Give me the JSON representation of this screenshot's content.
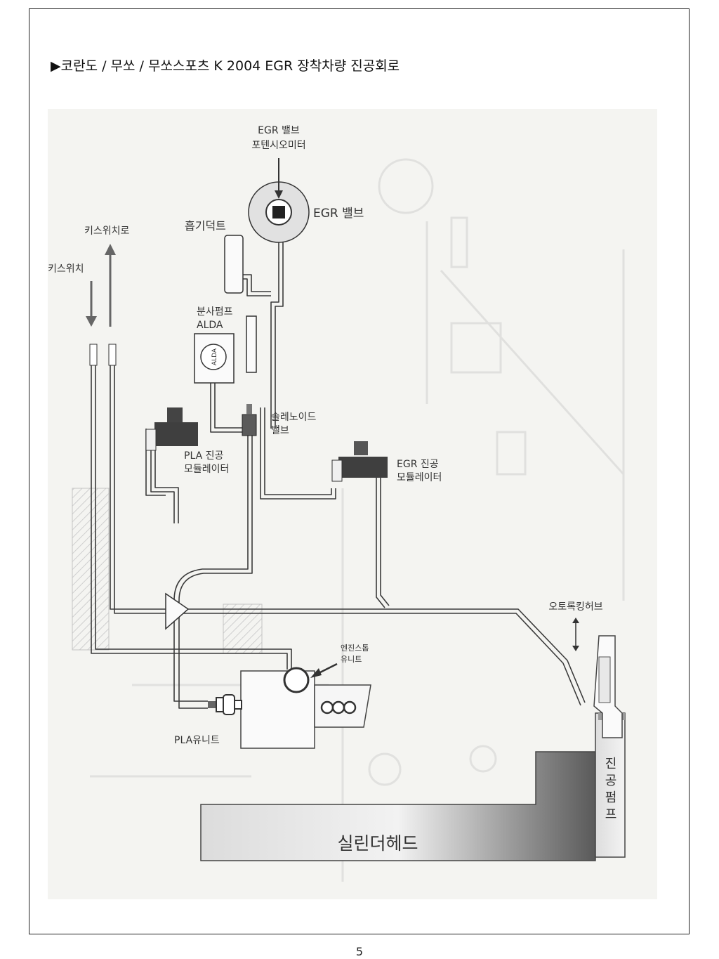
{
  "title": "▶코란도 / 무쏘 / 무쏘스포츠 K 2004 EGR 장착차량 진공회로",
  "page_number": "5",
  "labels": {
    "egr_valve_pot_1": "EGR 밸브",
    "egr_valve_pot_2": "포텐시오미터",
    "egr_valve": "EGR 밸브",
    "intake_duct": "흡기덕트",
    "to_key_switch": "키스위치로",
    "key_switch": "키스위치",
    "injection_pump": "분사펌프",
    "alda": "ALDA",
    "alda_badge": "ALDA",
    "solenoid_valve_1": "솔레노이드",
    "solenoid_valve_2": "밸브",
    "pla_modulator_1": "PLA 진공",
    "pla_modulator_2": "모듈레이터",
    "egr_modulator_1": "EGR 진공",
    "egr_modulator_2": "모듈레이터",
    "auto_locking_hub": "오토록킹허브",
    "engine_stop_1": "엔진스톱",
    "engine_stop_2": "유니트",
    "pla_unit": "PLA유니트",
    "vacuum_pump": [
      "진",
      "공",
      "펌",
      "프"
    ],
    "cylinder_head": "실린더헤드"
  },
  "colors": {
    "background": "#ffffff",
    "diagram_bg": "#f4f4f1",
    "hose": "#3a3a3a",
    "dark_part": "#3c3c3c"
  }
}
